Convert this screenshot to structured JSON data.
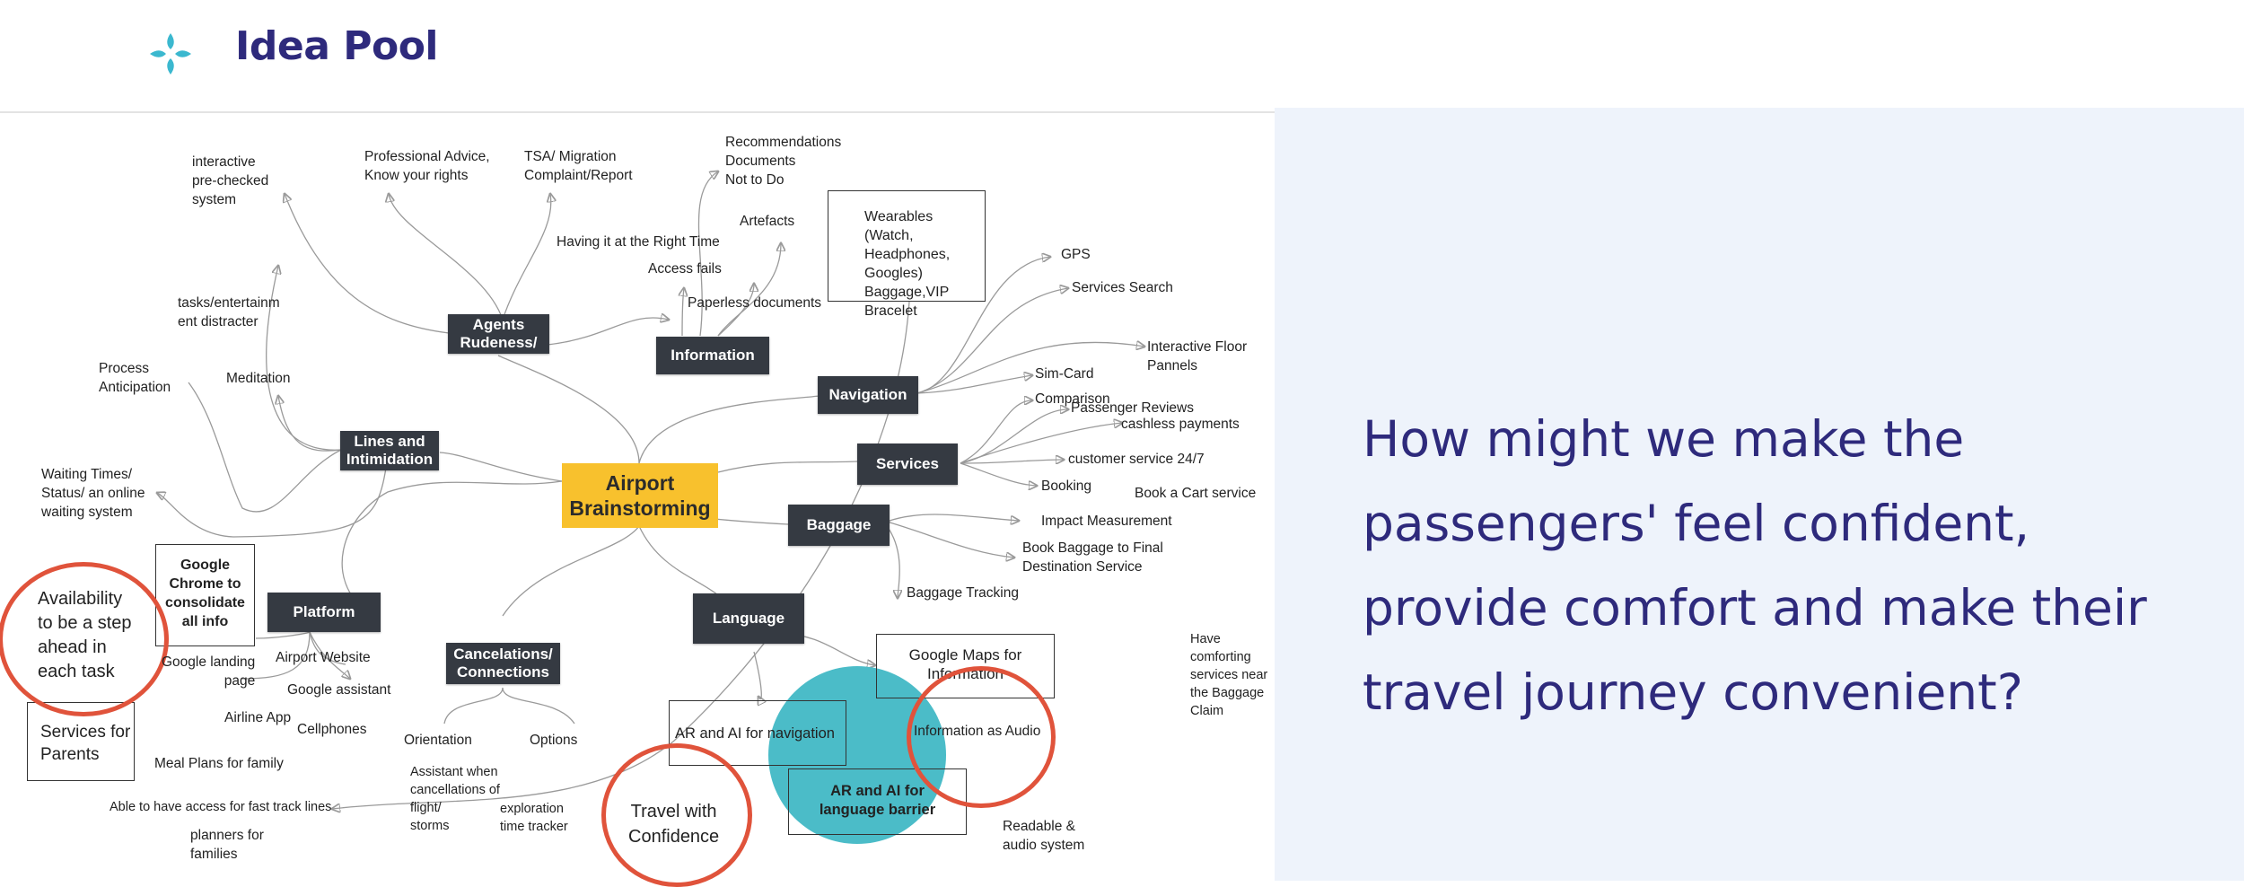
{
  "header": {
    "title": "Idea Pool",
    "logo_icon": "four-petal-flower-icon",
    "logo_color": "#3bb8cf"
  },
  "question": "How might we make the passengers' feel confident, provide comfort and make their travel journey convenient?",
  "colors": {
    "title": "#2e2a7c",
    "panel": "#eef3fb",
    "center": "#f8c12d",
    "node": "#353a42",
    "ring": "#e0533b",
    "teal": "#4bbcc8"
  },
  "map": {
    "center": "Airport\nBrainstorming",
    "nodes": {
      "agents": "Agents\nRudeness/",
      "information": "Information",
      "navigation": "Navigation",
      "services": "Services",
      "baggage": "Baggage",
      "language": "Language",
      "cancelations": "Cancelations/\nConnections",
      "platform": "Platform",
      "lines": "Lines and\nIntimidation"
    },
    "boxes": {
      "wearables": "Wearables\n(Watch, Headphones,\nGoogles)\nBaggage,VIP Bracelet",
      "google_chrome": "Google\nChrome to\nconsolidate\nall info",
      "services_parents": "Services for\nParents",
      "google_maps": "Google Maps for\nInformation",
      "ar_nav": "AR and AI for navigation",
      "ar_lang": "AR and AI for\nlanguage barrier"
    },
    "circles": {
      "availability": "Availability\nto be a step\nahead  in\neach task",
      "travel": "Travel with\nConfidence",
      "audio": "Information as Audio"
    },
    "labels": {
      "interactive": "interactive\npre-checked\nsystem",
      "professional": "Professional Advice,\nKnow your rights",
      "tsa": "TSA/ Migration\nComplaint/Report",
      "recommendations": "Recommendations\nDocuments\nNot to Do",
      "artefacts": "Artefacts",
      "right_time": "Having it at the Right Time",
      "access_fails": "Access fails",
      "paperless": "Paperless documents",
      "tasks": "tasks/entertainm\nent distracter",
      "meditation": "Meditation",
      "process": "Process\nAnticipation",
      "waiting": "Waiting Times/\nStatus/ an online\nwaiting system",
      "gps": "GPS",
      "services_search": "Services Search",
      "floor": "Interactive Floor\nPannels",
      "sim": "Sim-Card",
      "comparison": "Comparison",
      "reviews": "Passenger Reviews",
      "cashless": "cashless payments",
      "customer": "customer service 24/7",
      "booking": "Booking",
      "cart": "Book a Cart service",
      "impact": "Impact Measurement",
      "book_baggage": "Book Baggage to Final\nDestination Service",
      "tracking": "Baggage Tracking",
      "comforting": "Have\ncomforting\nservices near\nthe Baggage\nClaim",
      "google_landing": "Google landing\npage",
      "airport_website": "Airport Website",
      "google_assistant": "Google assistant",
      "airline_app": "Airline App",
      "cellphones": "Cellphones",
      "meal": "Meal Plans for family",
      "fast_track": "Able to have access for fast track lines",
      "planners": "planners for\nfamilies",
      "orientation": "Orientation",
      "options": "Options",
      "assistant": "Assistant when\ncancellations of\nflight/\nstorms",
      "exploration": "exploration\ntime tracker",
      "readable": "Readable &\naudio system"
    }
  }
}
